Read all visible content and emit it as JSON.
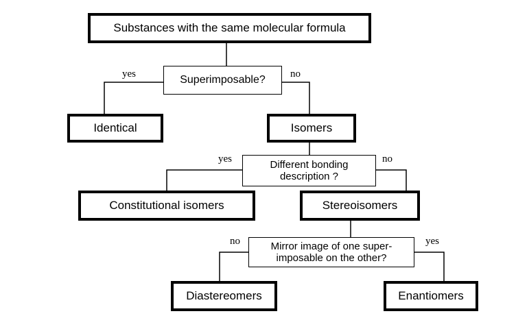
{
  "nodes": {
    "root": "Substances with the same molecular formula",
    "q_superimposable": "Superimposable?",
    "identical": "Identical",
    "isomers": "Isomers",
    "q_bonding_line1": "Different bonding",
    "q_bonding_line2": "description ?",
    "constitutional": "Constitutional isomers",
    "stereoisomers": "Stereoisomers",
    "q_mirror_line1": "Mirror image of one super-",
    "q_mirror_line2": "imposable on the other?",
    "diastereomers": "Diastereomers",
    "enantiomers": "Enantiomers"
  },
  "branch_labels": {
    "superimposable_yes": "yes",
    "superimposable_no": "no",
    "bonding_yes": "yes",
    "bonding_no": "no",
    "mirror_no": "no",
    "mirror_yes": "yes"
  }
}
